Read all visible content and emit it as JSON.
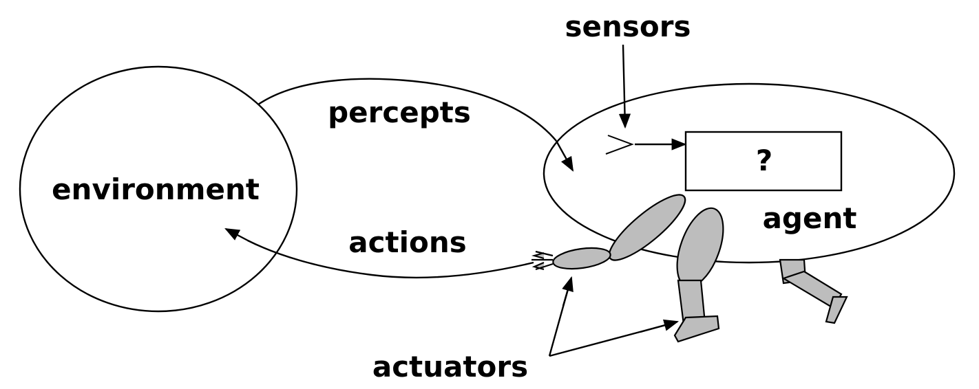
{
  "labels": {
    "environment": "environment",
    "agent": "agent",
    "percepts": "percepts",
    "actions": "actions",
    "sensors": "sensors",
    "actuators": "actuators",
    "box": "?"
  },
  "colors": {
    "line": "#000000",
    "limb_fill": "#bdbdbd",
    "background": "#ffffff"
  }
}
